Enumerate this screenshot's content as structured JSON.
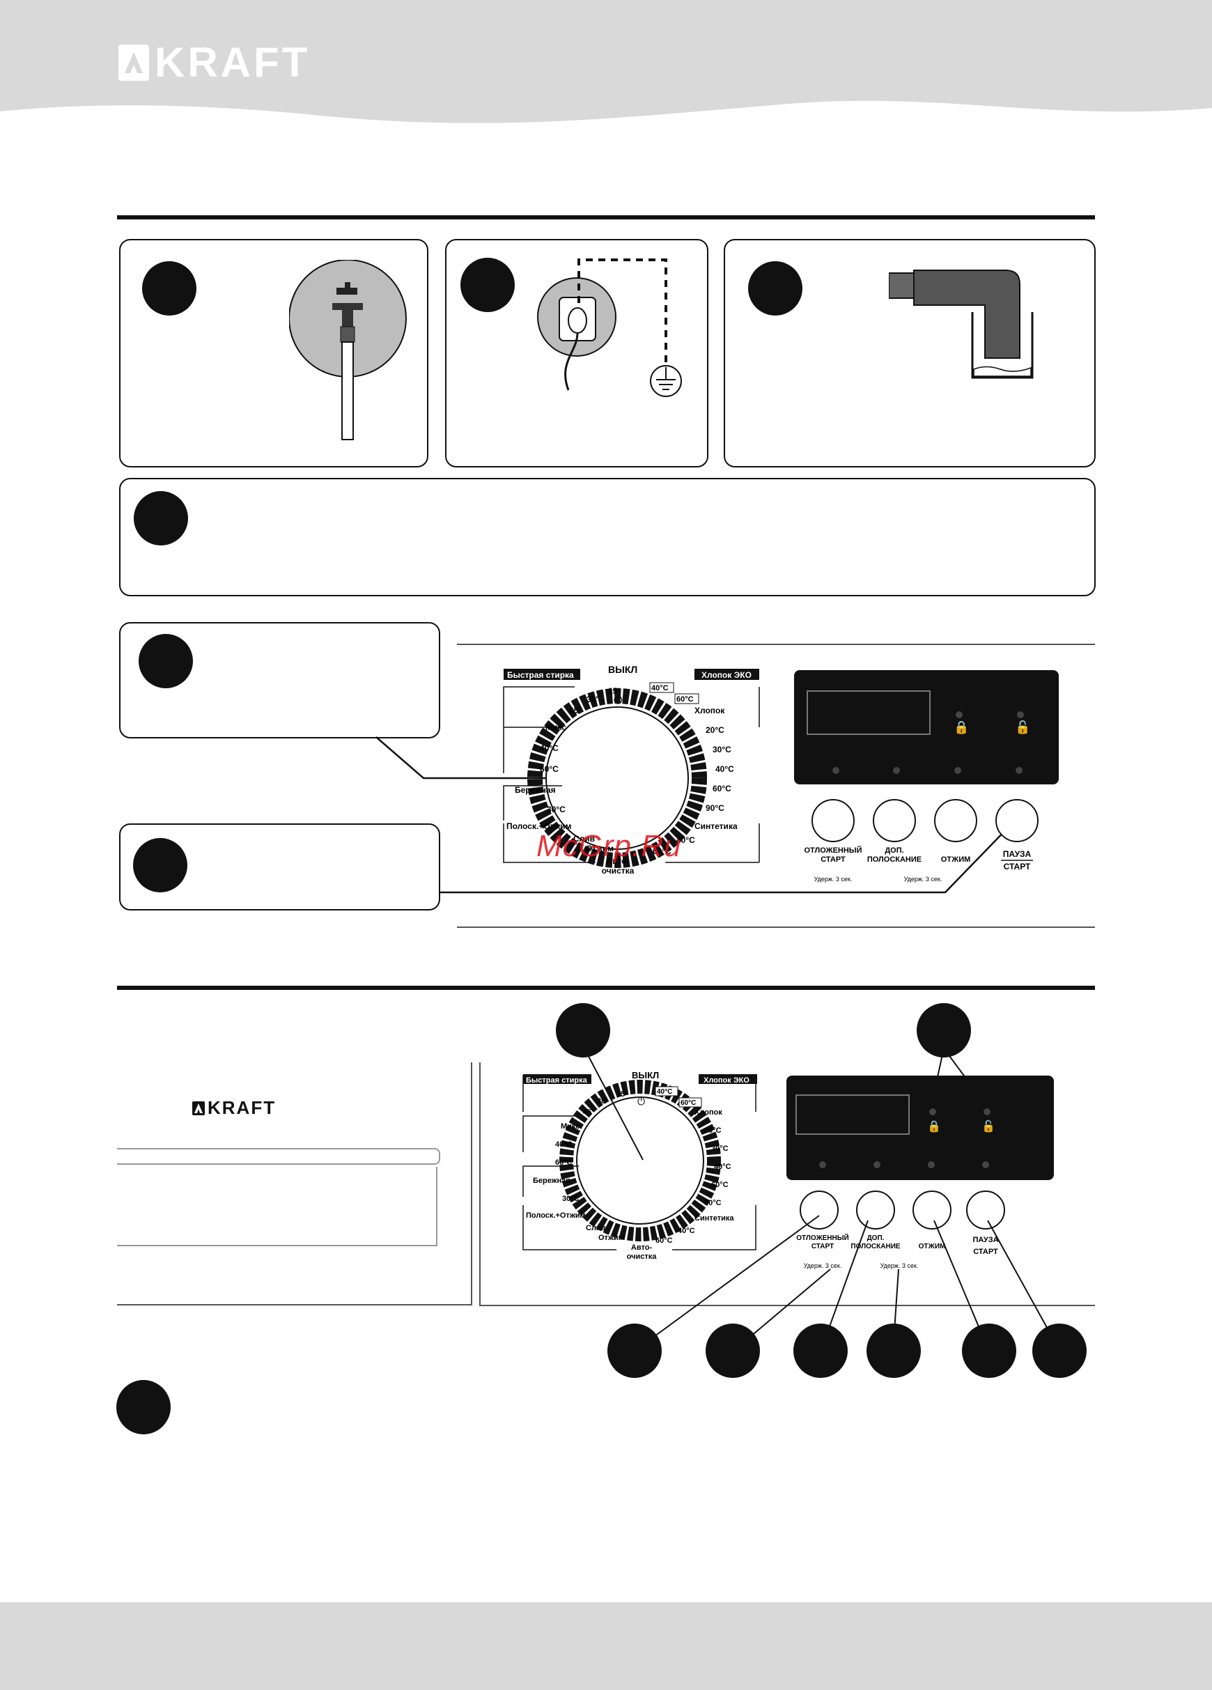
{
  "header": {
    "brand": "KRAFT",
    "watermark": "McGrp.Ru"
  },
  "panel": {
    "off_label": "ВЫКЛ",
    "tag_quick": "Быстрая стирка",
    "tag_cotton_eco": "Хлопок ЭКО",
    "eco_temp_1": "40°C",
    "eco_temp_2": "60°C",
    "left_labels": [
      "15'",
      "30'",
      "45'",
      "Микс",
      "40°C",
      "60°C",
      "Бережная",
      "30°C",
      "Полоск.+Отжим",
      "Слив",
      "Отжим"
    ],
    "right_labels": [
      "Хлопок",
      "20°C",
      "30°C",
      "40°C",
      "60°C",
      "90°C",
      "Синтетика",
      "40°C",
      "60°C"
    ],
    "auto_clean": "Авто-\nочистка",
    "buttons": {
      "delayed_start": "ОТЛОЖЕННЫЙ СТАРТ",
      "extra_rinse": "ДОП. ПОЛОСКАНИЕ",
      "spin": "ОТЖИМ",
      "pause": "ПАУЗА",
      "start": "СТАРТ"
    },
    "hold_hint": "Удерж. 3 сек."
  },
  "small_logo": "KRAFT",
  "colors": {
    "background_gray": "#d9d9d9",
    "ink": "#111111",
    "watermark": "#e0141a"
  }
}
